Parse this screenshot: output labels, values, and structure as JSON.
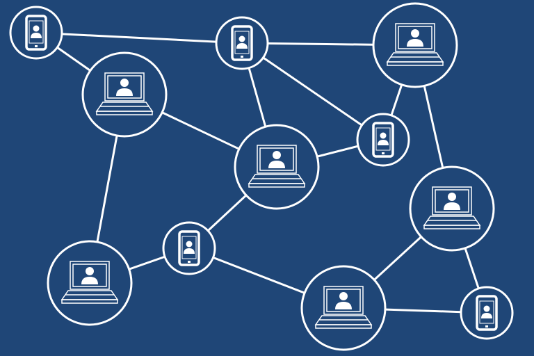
{
  "colors": {
    "background": "#1f4677",
    "foreground": "#ffffff"
  },
  "nodes": [
    {
      "id": "n1",
      "device": "phone"
    },
    {
      "id": "n2",
      "device": "laptop"
    },
    {
      "id": "n3",
      "device": "phone"
    },
    {
      "id": "n4",
      "device": "laptop"
    },
    {
      "id": "n5",
      "device": "phone"
    },
    {
      "id": "n6",
      "device": "laptop"
    },
    {
      "id": "n7",
      "device": "laptop"
    },
    {
      "id": "n8",
      "device": "phone"
    },
    {
      "id": "n9",
      "device": "laptop"
    },
    {
      "id": "n10",
      "device": "laptop"
    },
    {
      "id": "n11",
      "device": "phone"
    }
  ],
  "edges": [
    [
      "n1",
      "n3"
    ],
    [
      "n1",
      "n2"
    ],
    [
      "n3",
      "n4"
    ],
    [
      "n3",
      "n6"
    ],
    [
      "n3",
      "n5"
    ],
    [
      "n4",
      "n5"
    ],
    [
      "n4",
      "n7"
    ],
    [
      "n2",
      "n6"
    ],
    [
      "n6",
      "n5"
    ],
    [
      "n2",
      "n9"
    ],
    [
      "n6",
      "n8"
    ],
    [
      "n8",
      "n9"
    ],
    [
      "n8",
      "n10"
    ],
    [
      "n10",
      "n7"
    ],
    [
      "n10",
      "n11"
    ],
    [
      "n7",
      "n11"
    ]
  ]
}
